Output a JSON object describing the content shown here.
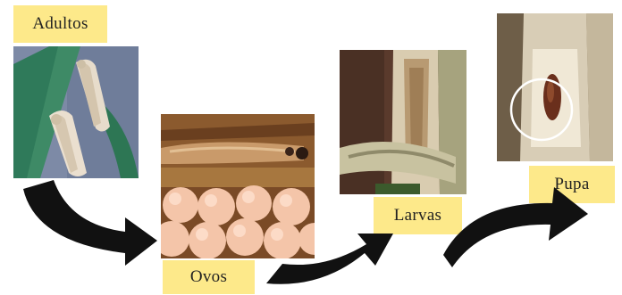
{
  "stages": [
    {
      "label": "Adultos",
      "image": "adult-moths-photo"
    },
    {
      "label": "Ovos",
      "image": "eggs-and-larva-photo"
    },
    {
      "label": "Larvas",
      "image": "larva-in-stalk-photo"
    },
    {
      "label": "Pupa",
      "image": "pupa-in-stalk-photo"
    }
  ],
  "arrow_color": "#111111",
  "label_color": "#fde98a"
}
